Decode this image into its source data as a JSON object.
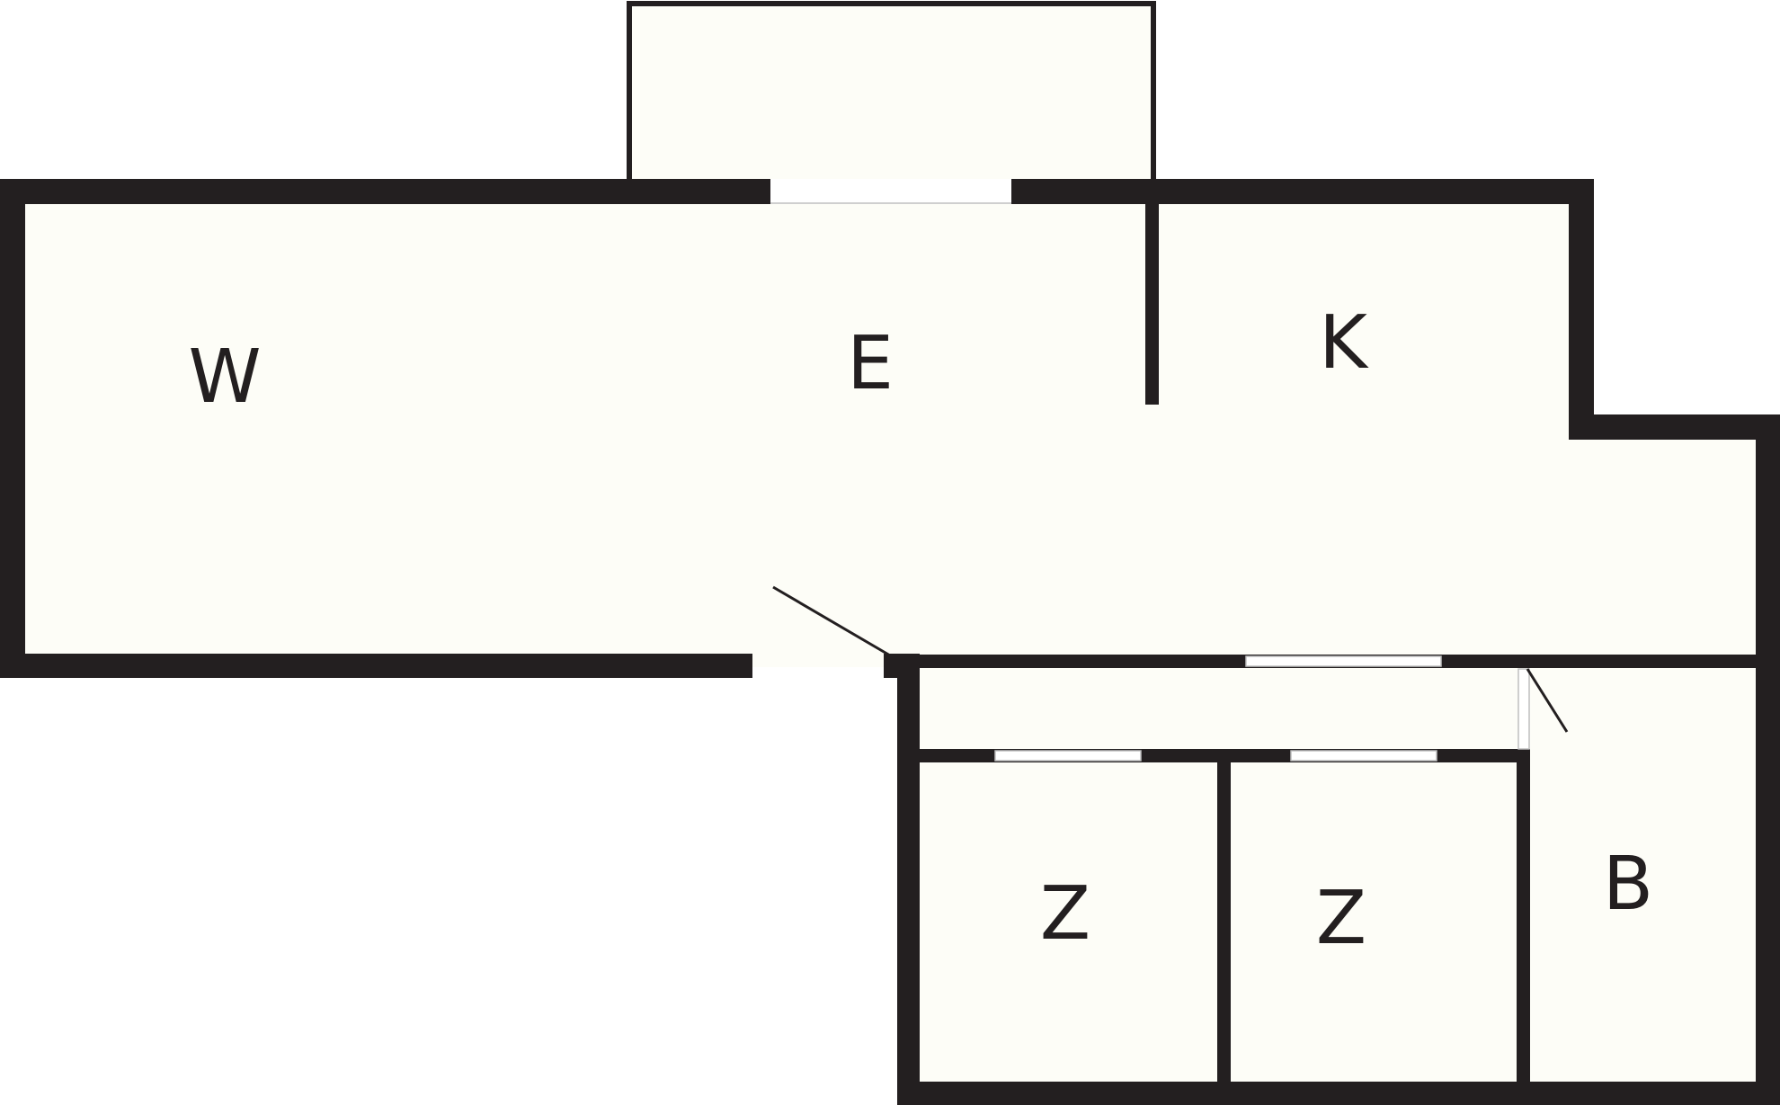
{
  "colors": {
    "wall": "#231f20",
    "floor": "#fdfdf7",
    "opening": "#ffffff",
    "background": "#ffffff"
  },
  "rooms": {
    "living": {
      "label": "W"
    },
    "hall": {
      "label": "E"
    },
    "kitchen": {
      "label": "K"
    },
    "bedroom_left": {
      "label": "Z"
    },
    "bedroom_right": {
      "label": "Z"
    },
    "bathroom": {
      "label": "B"
    }
  }
}
